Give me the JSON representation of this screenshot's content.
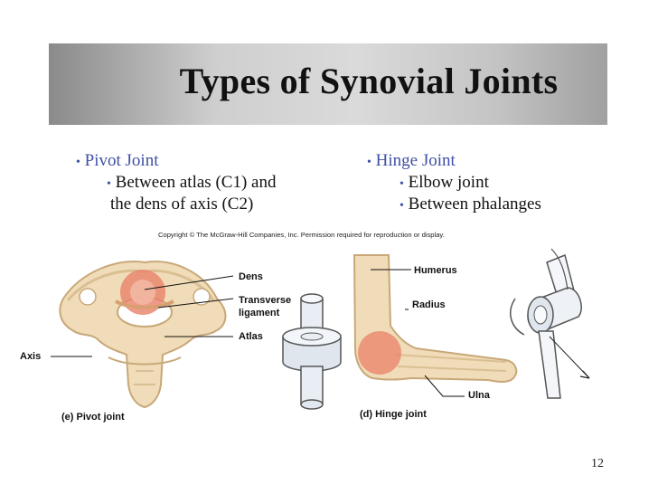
{
  "slide": {
    "title": "Types of Synovial Joints",
    "page_number": "12"
  },
  "left_column": {
    "heading": "Pivot Joint",
    "sub_line1": "Between atlas (C1) and",
    "sub_line2": "the dens of axis (C2)"
  },
  "right_column": {
    "heading": "Hinge Joint",
    "sub1": "Elbow joint",
    "sub2": "Between phalanges"
  },
  "copyright": "Copyright © The McGraw-Hill Companies, Inc. Permission required for reproduction or display.",
  "figure": {
    "labels": {
      "dens": "Dens",
      "transverse1": "Transverse",
      "transverse2": "ligament",
      "atlas": "Atlas",
      "axis": "Axis",
      "humerus": "Humerus",
      "radius": "Radius",
      "ulna": "Ulna"
    },
    "captions": {
      "pivot": "(e) Pivot joint",
      "hinge": "(d) Hinge joint"
    }
  },
  "colors": {
    "bullet_blue": "#3f4fa4",
    "bone": "#f0dcb8",
    "joint_highlight": "#e9826a"
  }
}
